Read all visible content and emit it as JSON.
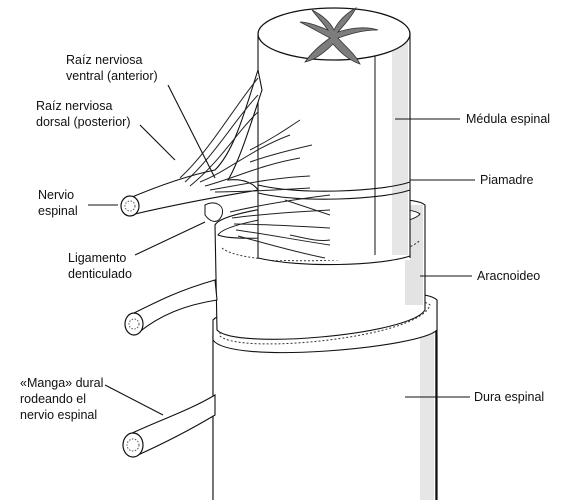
{
  "labels": {
    "raiz_ventral": [
      "Raíz nerviosa",
      "ventral (anterior)"
    ],
    "raiz_dorsal": [
      "Raíz nerviosa",
      "dorsal (posterior)"
    ],
    "nervio_espinal": [
      "Nervio",
      "espinal"
    ],
    "ligamento": [
      "Ligamento",
      "denticulado"
    ],
    "manga_dural": [
      "«Manga» dural",
      "rodeando el",
      "nervio espinal"
    ],
    "medula": "Médula espinal",
    "piamadre": "Piamadre",
    "aracnoideo": "Aracnoideo",
    "dura": "Dura espinal"
  },
  "colors": {
    "gray_matter": "#7d7d7d",
    "line": "#111111",
    "shade": "#c8c8c8"
  }
}
